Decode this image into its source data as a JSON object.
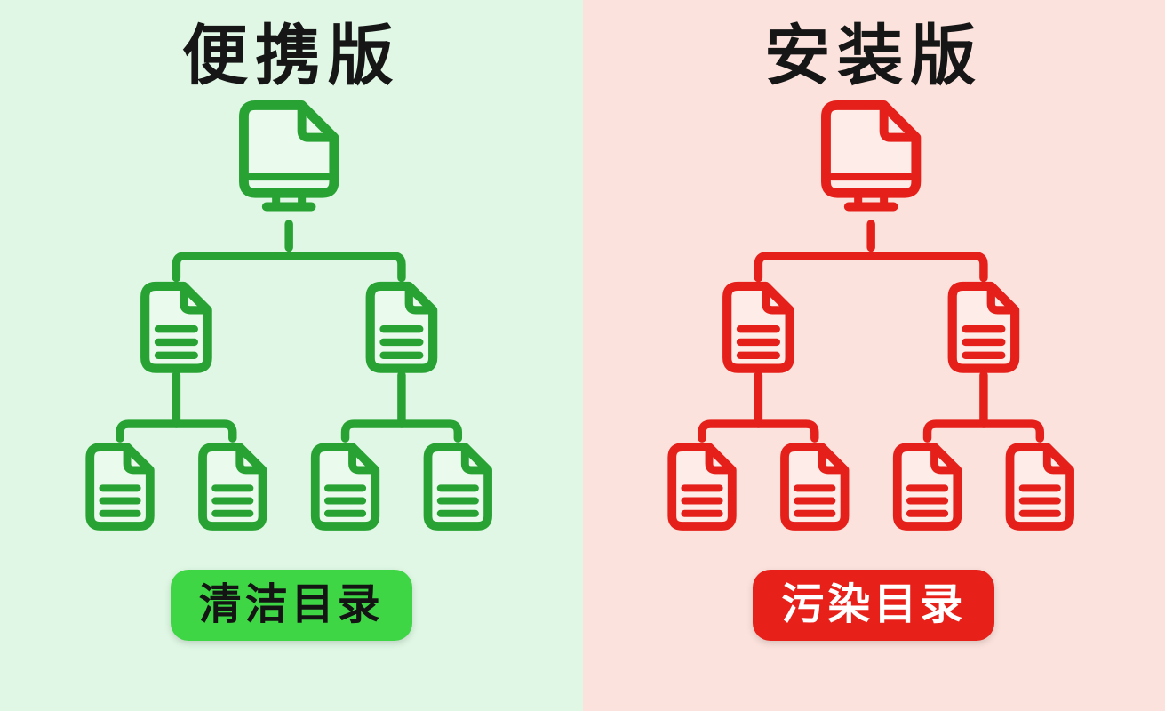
{
  "panels": [
    {
      "title": "便携版",
      "badge_label": "清洁目录",
      "colors": {
        "background": "#dff7e4",
        "icon": "#28a233",
        "title_text": "#161616",
        "badge_bg": "#3fd646",
        "badge_text": "#141414"
      },
      "icons": {
        "root": "computer-file-icon",
        "node": "document-icon"
      },
      "tree": {
        "type": "hierarchy",
        "levels": 3,
        "root_count": 1,
        "mid_count": 2,
        "leaf_count": 4
      }
    },
    {
      "title": "安装版",
      "badge_label": "污染目录",
      "colors": {
        "background": "#fce2dc",
        "icon": "#e5201a",
        "title_text": "#161616",
        "badge_bg": "#e7211a",
        "badge_text": "#ffffff"
      },
      "icons": {
        "root": "computer-file-icon",
        "node": "document-icon"
      },
      "tree": {
        "type": "hierarchy",
        "levels": 3,
        "root_count": 1,
        "mid_count": 2,
        "leaf_count": 4
      }
    }
  ]
}
